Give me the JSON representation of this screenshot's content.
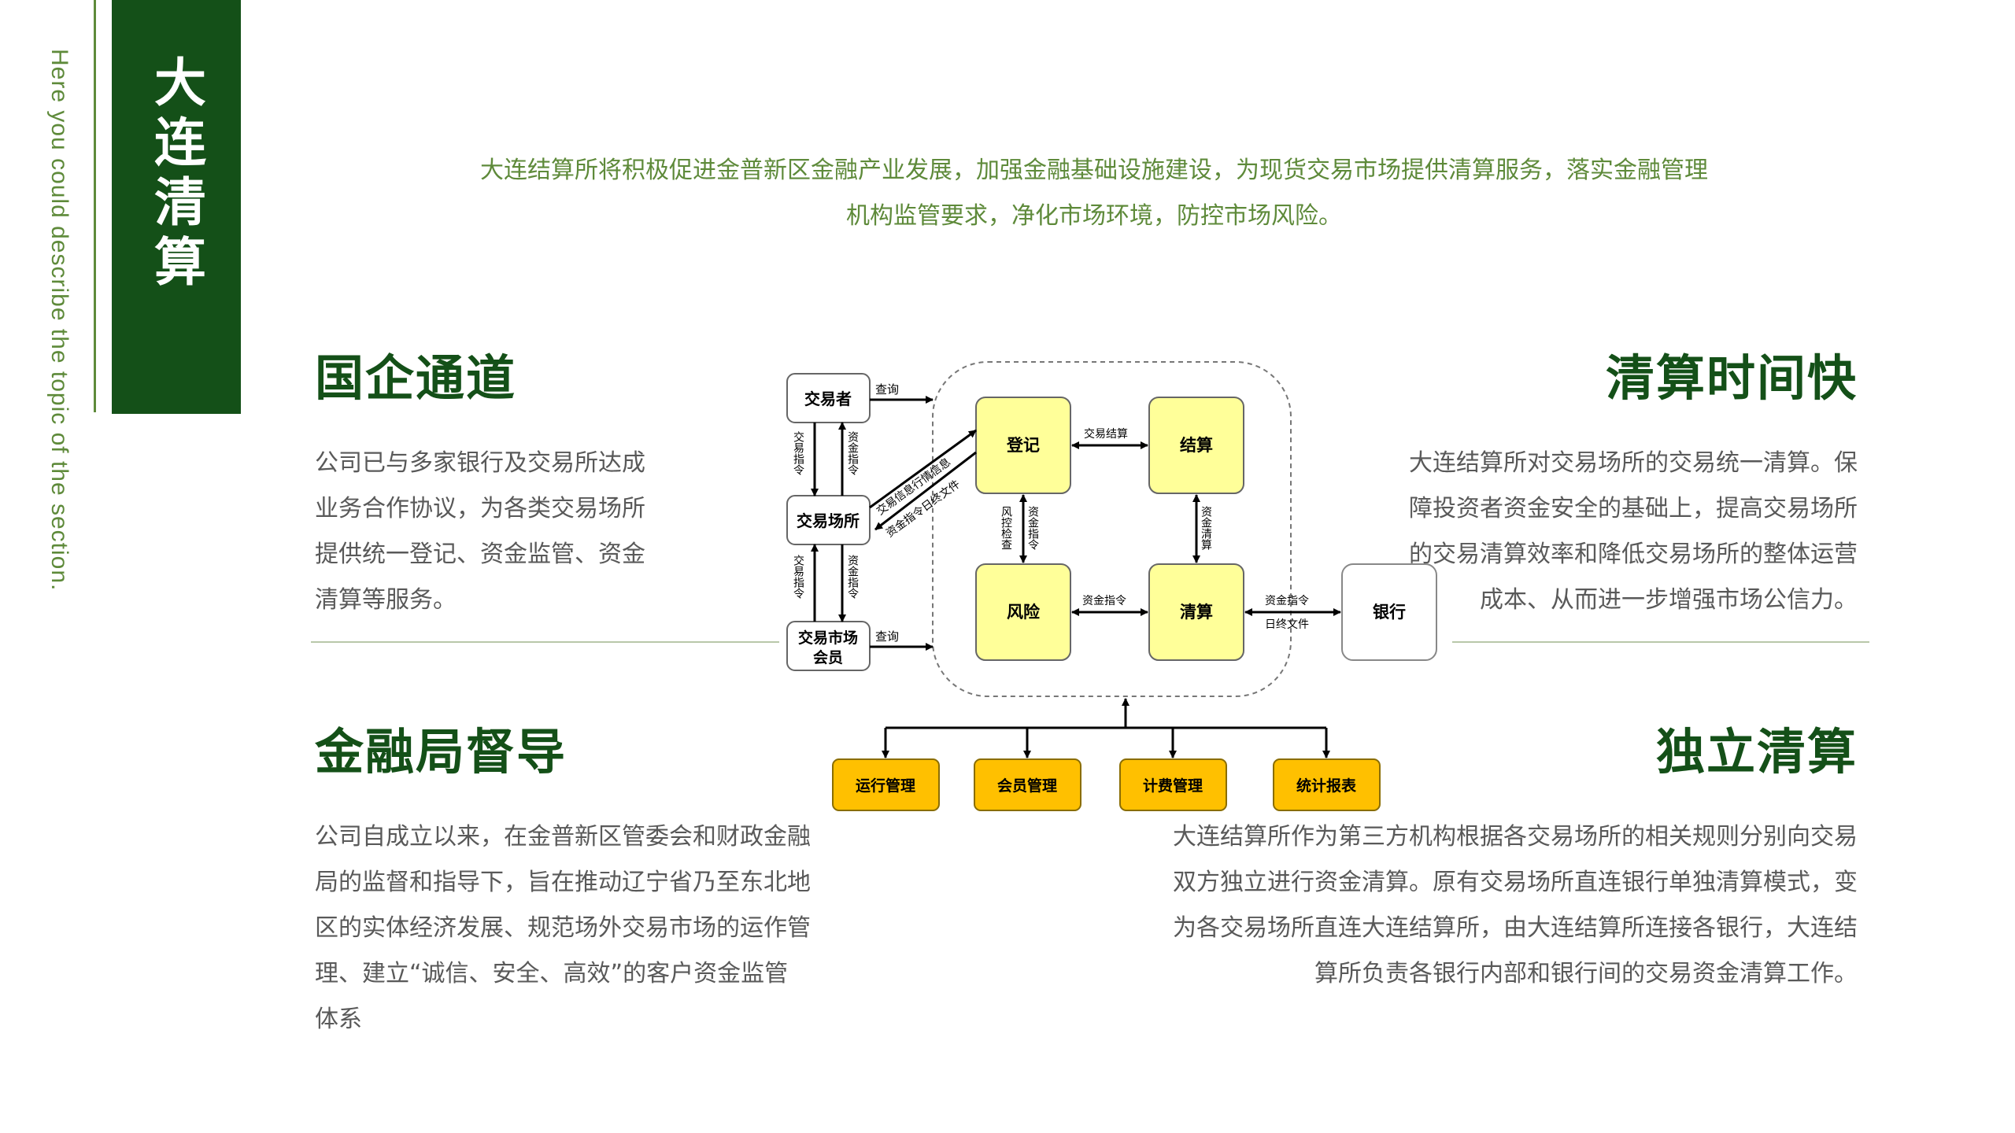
{
  "sidebar": {
    "caption": "Here you could describe the topic of the section.",
    "title": "大连清算"
  },
  "intro": {
    "line1": "大连结算所将积极促进金普新区金融产业发展，加强金融基础设施建设，为现货交易市场提供清算服务，落实金融管理",
    "line2": "机构监管要求，净化市场环境，防控市场风险。"
  },
  "sections": {
    "top_left": {
      "title": "国企通道",
      "lines": [
        "公司已与多家银行及交易所达成",
        "业务合作协议，为各类交易场所",
        "提供统一登记、资金监管、资金",
        "清算等服务。"
      ]
    },
    "top_right": {
      "title": "清算时间快",
      "lines": [
        "大连结算所对交易场所的交易统一清算。保",
        "障投资者资金安全的基础上，提高交易场所",
        "的交易清算效率和降低交易场所的整体运营",
        "成本、从而进一步增强市场公信力。"
      ]
    },
    "bottom_left": {
      "title": "金融局督导",
      "lines": [
        "公司自成立以来，在金普新区管委会和财政金融",
        "局的监督和指导下，旨在推动辽宁省乃至东北地",
        "区的实体经济发展、规范场外交易市场的运作管",
        "理、建立“诚信、安全、高效”的客户资金监管",
        "体系"
      ]
    },
    "bottom_right": {
      "title": "独立清算",
      "lines": [
        "大连结算所作为第三方机构根据各交易场所的相关规则分别向交易",
        "双方独立进行资金清算。原有交易场所直连银行单独清算模式，变",
        "为各交易场所直连大连结算所，由大连结算所连接各银行，大连结",
        "算所负责各银行内部和银行间的交易资金清算工作。"
      ]
    }
  },
  "diagram": {
    "nodes": {
      "trader": "交易者",
      "venue": "交易场所",
      "member_l1": "交易市场",
      "member_l2": "会员",
      "register": "登记",
      "settle": "结算",
      "risk": "风险",
      "clearing": "清算",
      "bank": "银行"
    },
    "labels": {
      "query1": "查询",
      "query2": "查询",
      "tx_instr_1": "交易指令",
      "fund_instr_1": "资金指令",
      "tx_instr_2": "交易指令",
      "fund_instr_2": "资金指令",
      "diag_1": "交易信息行情信息",
      "diag_2": "资金指令日终文件",
      "tx_settle": "交易结算",
      "risk_check": "风控检查",
      "fund_instr_3": "资金指令",
      "fund_clear": "资金清算",
      "fund_instr_4": "资金指令",
      "fund_instr_5": "资金指令",
      "eod_file": "日终文件"
    },
    "modules": [
      "运行管理",
      "会员管理",
      "计费管理",
      "统计报表"
    ]
  },
  "colors": {
    "dark_green": "#145018",
    "light_green": "#5e8a3a",
    "node_yellow": "#ffff99",
    "module_gold": "#ffc000"
  }
}
